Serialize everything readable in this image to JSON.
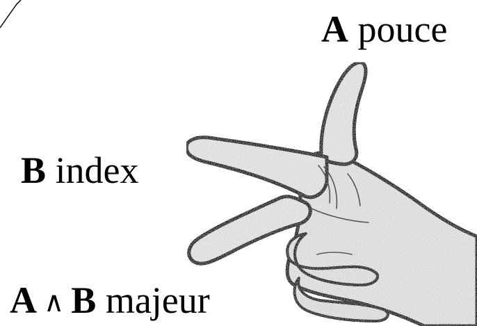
{
  "labels": {
    "thumb": {
      "letter": "A",
      "word": "pouce"
    },
    "index": {
      "letter": "B",
      "word": "index"
    },
    "middle": {
      "letter_a": "A",
      "operator": "∧",
      "letter_b": "B",
      "word": "majeur"
    }
  },
  "colors": {
    "background": "#ffffff",
    "text": "#000000",
    "skin": "#e8e8e8",
    "outline": "#000000"
  }
}
